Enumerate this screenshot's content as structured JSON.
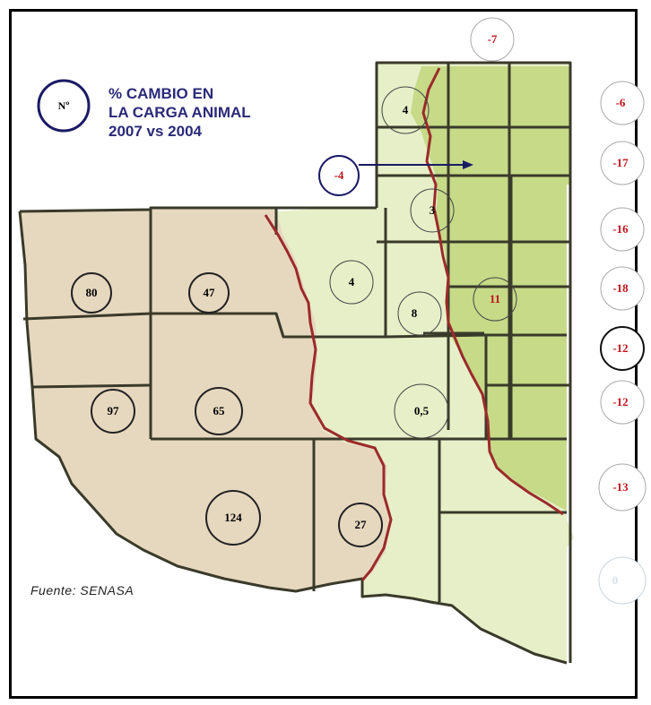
{
  "title": {
    "line1": "% CAMBIO EN",
    "line2": "LA CARGA ANIMAL",
    "line3": "2007 vs  2004"
  },
  "legend": {
    "symbol": "Nº"
  },
  "source": "Fuente: SENASA",
  "colors": {
    "zone_west": "#e6d8bf",
    "zone_center": "#e6efc8",
    "zone_east": "#c6da88",
    "boundary": "#9b2a2a",
    "label_red": "#c0141e",
    "title_blue": "#2a2a78",
    "legend_circle": "#1a1a66"
  },
  "map_values": {
    "west": [
      "80",
      "47",
      "97",
      "65",
      "124",
      "27"
    ],
    "center": [
      "4",
      "3",
      "4",
      "8",
      "0,5"
    ],
    "east": [
      "11",
      "-4"
    ],
    "sidebar": [
      "-7",
      "-6",
      "-17",
      "-16",
      "-18",
      "-12",
      "-12",
      "-13",
      "0"
    ]
  }
}
